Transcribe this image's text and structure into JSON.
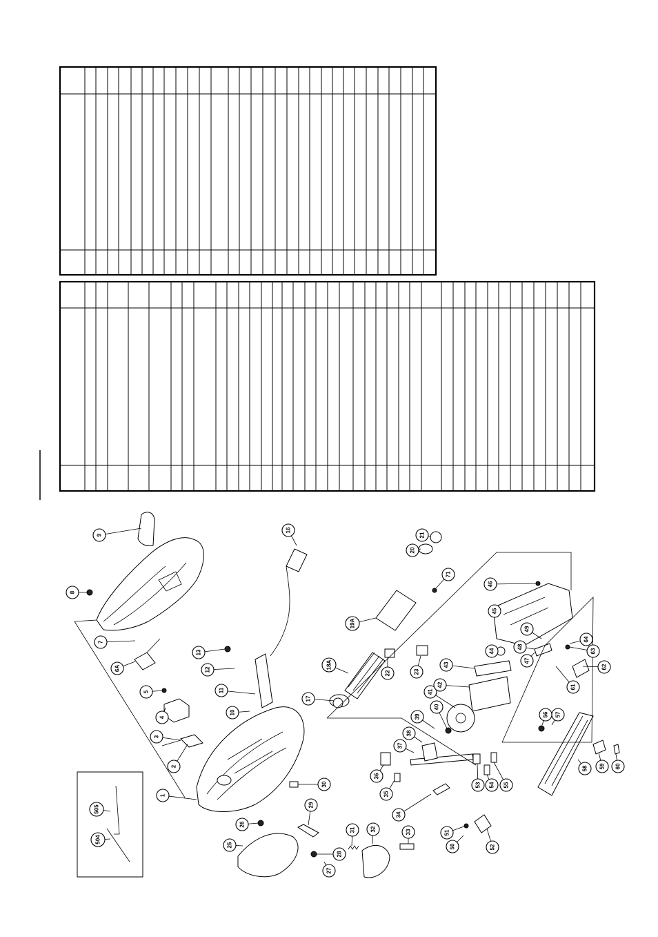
{
  "tables": {
    "upper": {
      "columns": 33
    },
    "lower": {
      "columns": 48
    }
  },
  "callouts": [
    "1",
    "2",
    "3",
    "4",
    "5",
    "6A",
    "7",
    "8",
    "9",
    "10",
    "11",
    "12",
    "13",
    "16",
    "17",
    "18A",
    "19A",
    "20",
    "21",
    "22",
    "23",
    "25",
    "26",
    "27",
    "28",
    "29",
    "30",
    "31",
    "32",
    "33",
    "34",
    "35",
    "36",
    "37",
    "38",
    "39",
    "40",
    "41",
    "42",
    "43",
    "44",
    "45",
    "46",
    "47",
    "48",
    "49",
    "50",
    "51",
    "52",
    "53",
    "54",
    "55",
    "56",
    "57",
    "58",
    "59",
    "60",
    "61",
    "62",
    "63",
    "64",
    "71",
    "504",
    "505"
  ]
}
